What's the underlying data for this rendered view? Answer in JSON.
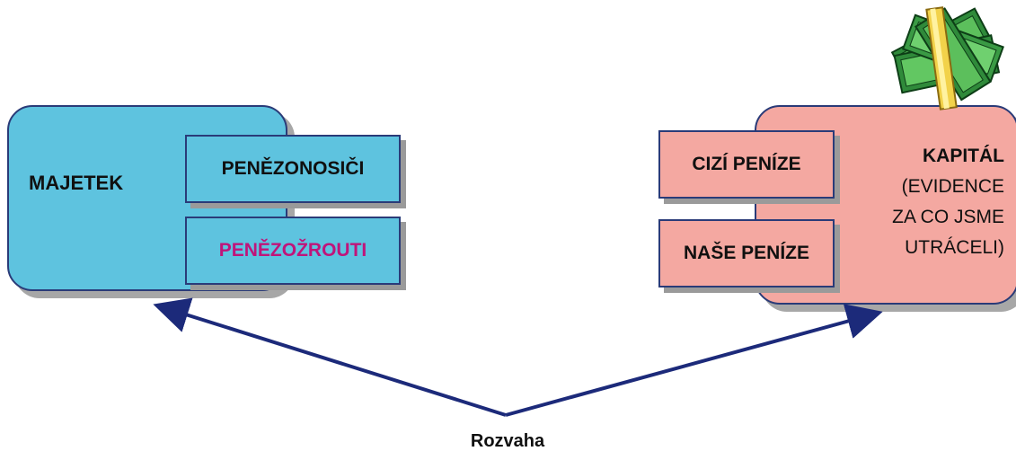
{
  "left": {
    "title": "MAJETEK",
    "items": [
      {
        "label": "PENĚZONOSIČI",
        "color": "#101010"
      },
      {
        "label": "PENĚZOŽROUTI",
        "color": "#c0147a"
      }
    ]
  },
  "right": {
    "title": "KAPITÁL",
    "subtitle_lines": [
      "(EVIDENCE",
      "ZA CO JSME",
      "UTRÁCELI)"
    ],
    "items": [
      {
        "label": "CIZÍ PENÍZE"
      },
      {
        "label": "NAŠE PENÍZE"
      }
    ]
  },
  "caption": "Rozvaha",
  "colors": {
    "blue_box": "#5ec3df",
    "red_box": "#f4a8a1",
    "outline": "#2a3b78",
    "arrow": "#1c2a7a",
    "highlight_text": "#c0147a"
  },
  "icons": [
    "money-stack-icon"
  ]
}
